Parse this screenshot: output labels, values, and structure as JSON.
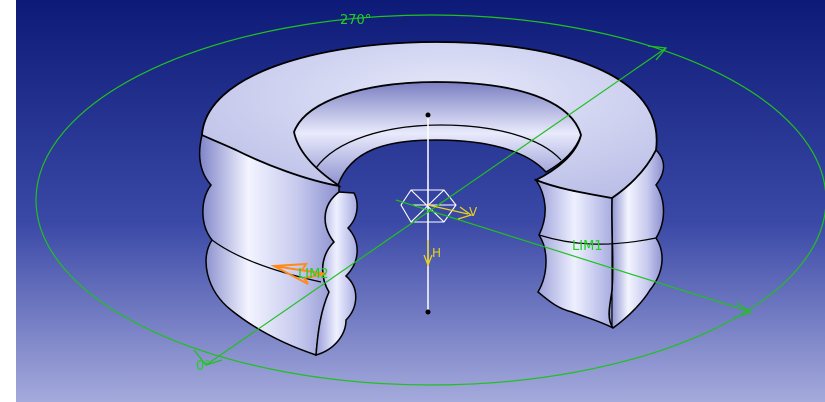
{
  "viewport": {
    "background_top": "#0d1a78",
    "background_bottom": "#9aa0d8"
  },
  "annotations": {
    "angle_top": "270°",
    "angle_bottom": "0°",
    "limit_right": "LIM1",
    "limit_left": "LIM2",
    "axis_h": "H",
    "axis_v": "V"
  },
  "colors": {
    "revolve_circle": "#20c020",
    "part_face": "#d9dbf2",
    "part_edge": "#000000",
    "axis_line": "#ffffff",
    "compass": "#ffffff",
    "limit_arrow": "#ff8a1c",
    "direction_arrow": "#e8d21a"
  }
}
